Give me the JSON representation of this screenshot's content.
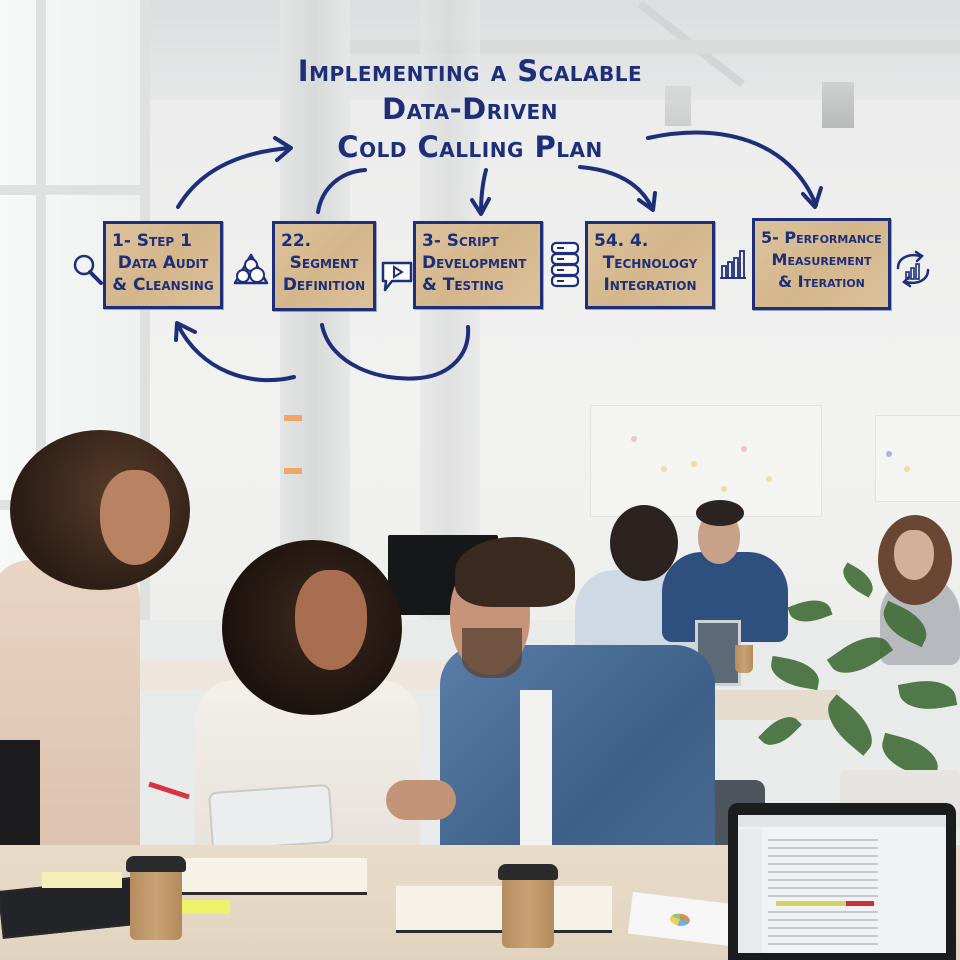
{
  "title": {
    "line1": "Implementing a Scalable",
    "line2": "Data-Driven",
    "line3": "Cold Calling Plan"
  },
  "steps": [
    {
      "lines": [
        "1- Step 1",
        "Data Audit",
        "& Cleansing"
      ],
      "icon": "magnifier-icon"
    },
    {
      "lines": [
        "22.",
        "Segment",
        "Definition"
      ],
      "icon": "venn-circles-icon"
    },
    {
      "lines": [
        "3- Script",
        "Development",
        "& Testing"
      ],
      "icon": "play-speech-bubble-icon"
    },
    {
      "lines": [
        "54. 4.",
        "Technology",
        "Integration"
      ],
      "icon": "database-server-icon"
    },
    {
      "lines": [
        "5- Performance",
        "Measurement",
        "& Iteration"
      ],
      "icon": "bar-chart-icon"
    }
  ],
  "extra_icons": [
    "refresh-chart-icon"
  ],
  "colors": {
    "ink": "#1e2f7a",
    "kraft": "#d8bc93",
    "wall": "#eeeeec",
    "table": "#e4d8c4",
    "denim": "#4a6c94",
    "highlight_yellow": "#cfd361",
    "highlight_red": "#c9303c"
  },
  "scene": {
    "description": "Office meeting photo with hand-drawn flow diagram overlay",
    "people_count": 6
  }
}
